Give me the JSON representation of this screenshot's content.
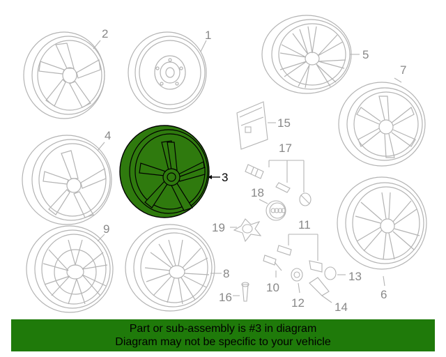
{
  "callouts": {
    "c1": "1",
    "c2": "2",
    "c3": "3",
    "c4": "4",
    "c5": "5",
    "c6": "6",
    "c7": "7",
    "c8": "8",
    "c9": "9",
    "c10": "10",
    "c11": "11",
    "c12": "12",
    "c13": "13",
    "c14": "14",
    "c15": "15",
    "c16": "16",
    "c17": "17",
    "c18": "18",
    "c19": "19"
  },
  "highlight": {
    "part": "3",
    "color": "#2f7a0e"
  },
  "footer": {
    "line1": "Part or sub-assembly is #3 in diagram",
    "line2": "Diagram may not be specific to your vehicle",
    "background": "#1f7a0a"
  }
}
